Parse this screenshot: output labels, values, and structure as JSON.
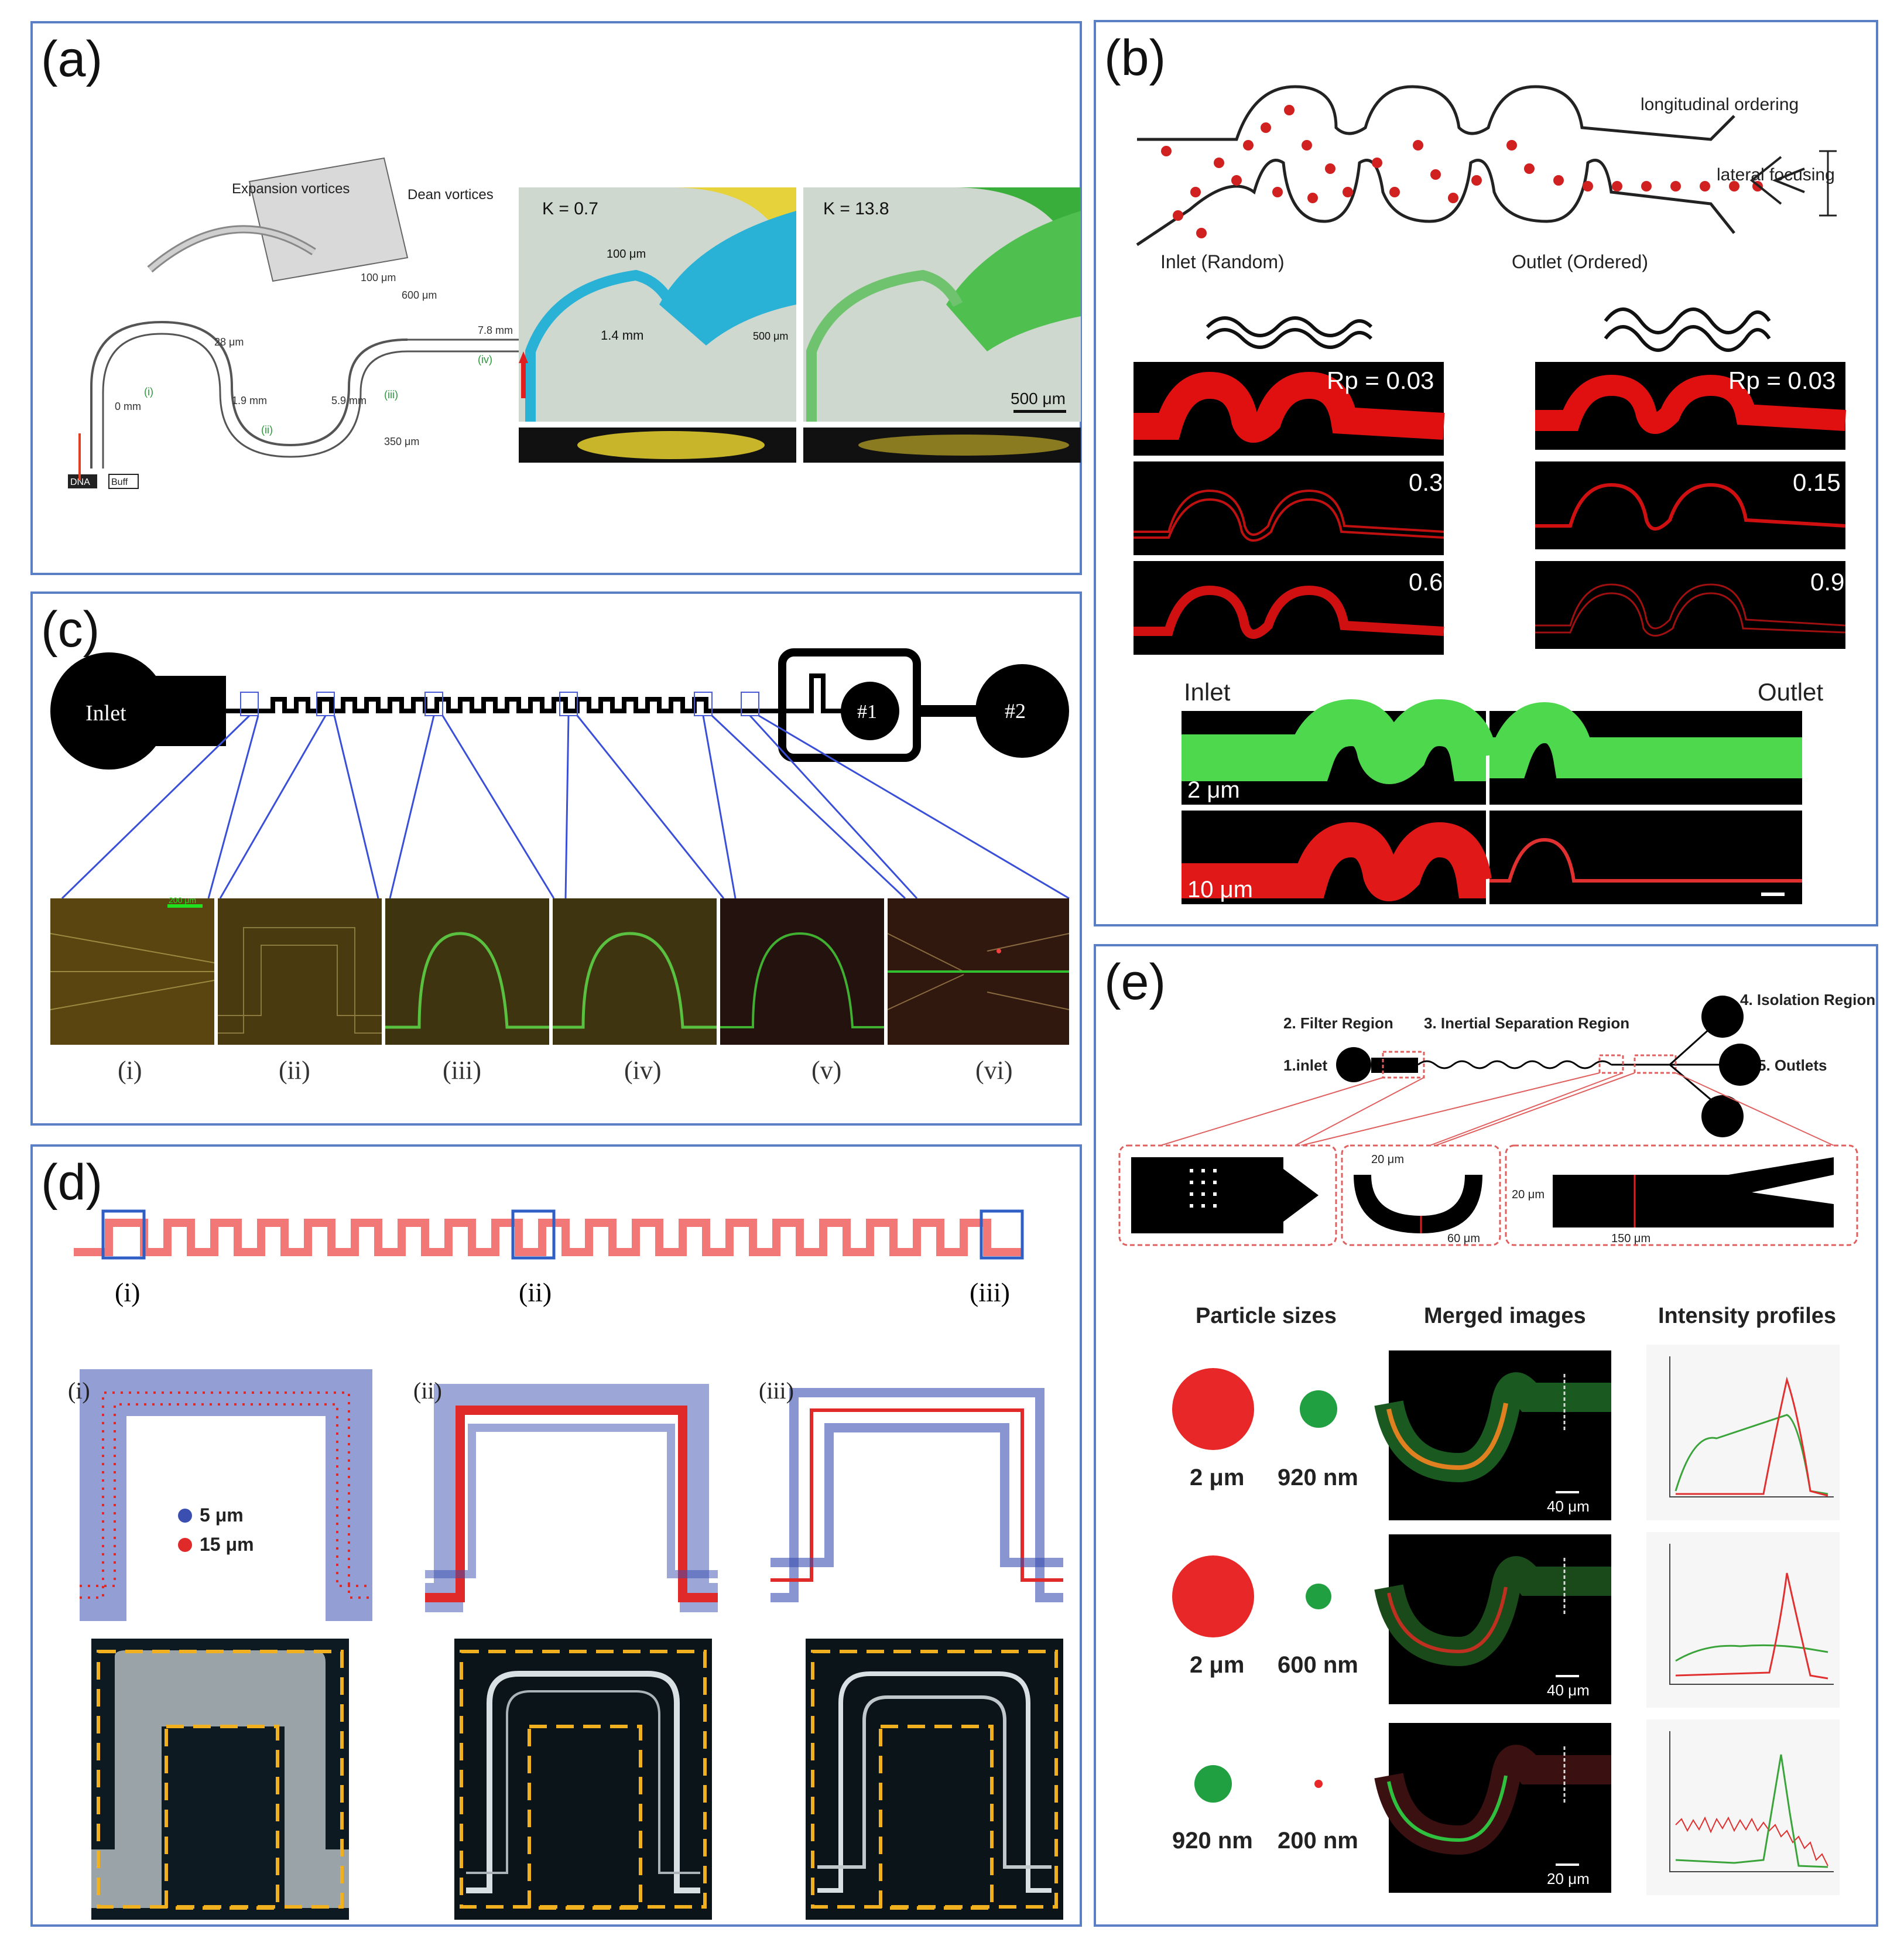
{
  "figure": {
    "panel_a": {
      "label": "(a)",
      "schematic": {
        "expansion_vortices": "Expansion vortices",
        "dean_vortices": "Dean vortices",
        "dims": [
          "100 μm",
          "600 μm",
          "1.9 mm",
          "5.9 mm",
          "7.8 mm",
          "0 mm",
          "350 μm",
          "28 μm"
        ],
        "roman": [
          "(i)",
          "(ii)",
          "(iii)",
          "(iv)"
        ],
        "boxes": [
          "DNA",
          "Buff"
        ]
      },
      "photos": {
        "k1": "K = 0.7",
        "k2": "K = 13.8",
        "dim_100": "100 μm",
        "dim_14": "1.4 mm",
        "dim_500s": "500 μm",
        "scale": "500 μm"
      }
    },
    "panel_b": {
      "label": "(b)",
      "longitudinal": "longitudinal ordering",
      "lateral": "lateral focusing",
      "inlet_random": "Inlet (Random)",
      "outlet_ordered": "Outlet (Ordered)",
      "rp_left": [
        "Rp = 0.03",
        "0.3",
        "0.6"
      ],
      "rp_right": [
        "Rp = 0.03",
        "0.15",
        "0.9"
      ],
      "inlet": "Inlet",
      "outlet": "Outlet",
      "size_green": "2 μm",
      "size_red": "10 μm"
    },
    "panel_c": {
      "label": "(c)",
      "inlet": "Inlet",
      "out1": "#1",
      "out2": "#2",
      "scale": "200 μm",
      "roman": [
        "(i)",
        "(ii)",
        "(iii)",
        "(iv)",
        "(v)",
        "(vi)"
      ]
    },
    "panel_d": {
      "label": "(d)",
      "roman_top": [
        "(i)",
        "(ii)",
        "(iii)"
      ],
      "roman_mid": [
        "(i)",
        "(ii)",
        "(iii)"
      ],
      "legend": [
        "5 μm",
        "15 μm"
      ],
      "colors": {
        "blue": "#3a4fb0",
        "red": "#e02a2a",
        "channel": "#f27878",
        "box": "#2f5fc4",
        "dash": "#f0b020"
      }
    },
    "panel_e": {
      "label": "(e)",
      "inlet": "1.inlet",
      "filter": "2. Filter Region",
      "inertial": "3. Inertial Separation Region",
      "isolation": "4. Isolation Region",
      "outlets": "5. Outlets",
      "zoom_dims": [
        "20 μm",
        "60 μm",
        "20 μm",
        "150 μm"
      ],
      "col_heads": [
        "Particle sizes",
        "Merged images",
        "Intensity profiles"
      ],
      "rows": [
        {
          "big": "2 μm",
          "small": "920 nm",
          "scale": "40 μm"
        },
        {
          "big": "2 μm",
          "small": "600 nm",
          "scale": "40 μm"
        },
        {
          "big": "920 nm",
          "small": "200 nm",
          "scale": "20 μm"
        }
      ]
    }
  }
}
